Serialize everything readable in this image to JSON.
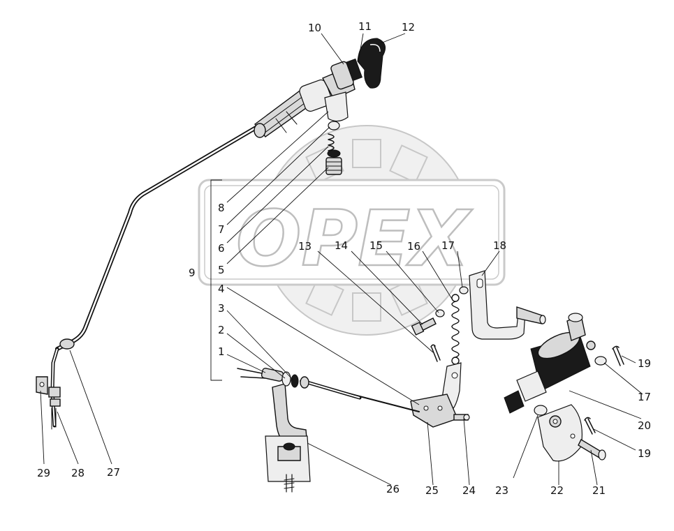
{
  "watermark": {
    "text": "OPEX"
  },
  "callouts": [
    {
      "id": "1",
      "label": "1"
    },
    {
      "id": "2",
      "label": "2"
    },
    {
      "id": "3",
      "label": "3"
    },
    {
      "id": "4",
      "label": "4"
    },
    {
      "id": "5",
      "label": "5"
    },
    {
      "id": "6",
      "label": "6"
    },
    {
      "id": "7",
      "label": "7"
    },
    {
      "id": "8",
      "label": "8"
    },
    {
      "id": "9",
      "label": "9"
    },
    {
      "id": "10",
      "label": "10"
    },
    {
      "id": "11",
      "label": "11"
    },
    {
      "id": "12",
      "label": "12"
    },
    {
      "id": "13",
      "label": "13"
    },
    {
      "id": "14",
      "label": "14"
    },
    {
      "id": "15",
      "label": "15"
    },
    {
      "id": "16",
      "label": "16"
    },
    {
      "id": "17a",
      "label": "17"
    },
    {
      "id": "17b",
      "label": "17"
    },
    {
      "id": "18",
      "label": "18"
    },
    {
      "id": "19a",
      "label": "19"
    },
    {
      "id": "19b",
      "label": "19"
    },
    {
      "id": "20",
      "label": "20"
    },
    {
      "id": "21",
      "label": "21"
    },
    {
      "id": "22",
      "label": "22"
    },
    {
      "id": "23",
      "label": "23"
    },
    {
      "id": "24",
      "label": "24"
    },
    {
      "id": "25",
      "label": "25"
    },
    {
      "id": "26",
      "label": "26"
    },
    {
      "id": "27",
      "label": "27"
    },
    {
      "id": "28",
      "label": "28"
    },
    {
      "id": "29",
      "label": "29"
    }
  ]
}
